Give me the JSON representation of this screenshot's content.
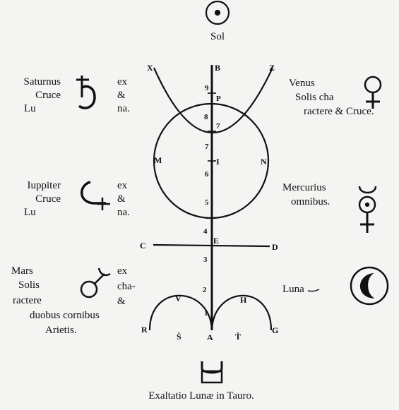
{
  "title_top": "Sol",
  "caption": "Exaltatio Lunæ in Tauro.",
  "planets": {
    "saturn": {
      "name": "Saturnus",
      "l2": "Cruce",
      "l3": "Lu",
      "r1": "ex",
      "r2": "&",
      "r3": "na."
    },
    "jupiter": {
      "name": "Iuppiter",
      "l2": "Cruce",
      "l3": "Lu",
      "r1": "ex",
      "r2": "&",
      "r3": "na."
    },
    "mars": {
      "name": "Mars",
      "l2": "Solis",
      "l3": "ractere",
      "l4": "duobus cornibus",
      "l5": "Arietis.",
      "r1": "ex",
      "r2": "cha-",
      "r3": "&"
    },
    "venus": {
      "name": "Venus",
      "l2": "Solis cha",
      "l3": "ractere & Cruce."
    },
    "mercury": {
      "name": "Mercurius",
      "l2": "omnibus."
    },
    "luna": {
      "name": "Luna"
    }
  },
  "labels": {
    "X": "X",
    "B": "B",
    "Z": "Z",
    "P": "P",
    "M": "M",
    "I": "I",
    "N": "N",
    "C": "C",
    "E": "E",
    "D": "D",
    "V": "V",
    "H": "H",
    "R": "R",
    "G": "G",
    "S": "Ṡ",
    "A": "A",
    "T": "Ṫ"
  },
  "axis_numbers": [
    "9",
    "8",
    "7",
    "7",
    "6",
    "5",
    "4",
    "3",
    "2",
    "1"
  ]
}
